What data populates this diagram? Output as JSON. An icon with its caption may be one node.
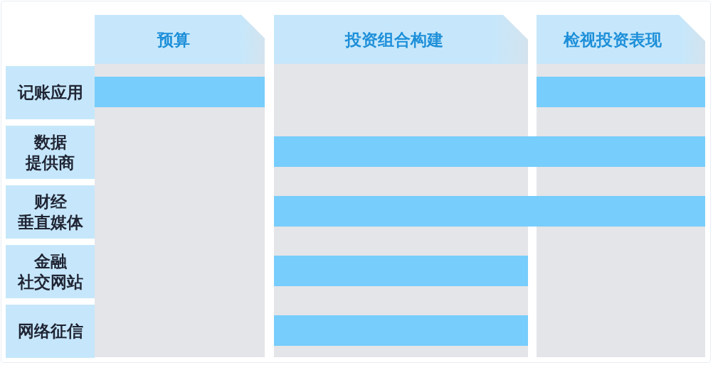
{
  "diagram": {
    "nodes": [
      {
        "text": [
          "预算"
        ]
      },
      {
        "text": [
          "投资组合构建"
        ]
      },
      {
        "text": [
          "检视投资表现"
        ]
      },
      {
        "text": [
          "记账应用"
        ]
      },
      {
        "text": [],
        "shape": "bar",
        "in": 0
      },
      {
        "text": [],
        "shape": "bar",
        "in": 2
      },
      {
        "text": [
          "数据提供商"
        ]
      },
      {
        "text": [],
        "shape": "bar"
      },
      {
        "text": [
          "财经垂直媒体"
        ]
      },
      {
        "text": [],
        "shape": "bar"
      },
      {
        "text": [
          "金融社交网站"
        ]
      },
      {
        "text": [],
        "shape": "bar",
        "in": 1
      },
      {
        "text": [
          "网络征信"
        ]
      },
      {
        "text": [],
        "shape": "bar",
        "in": 1
      }
    ]
  }
}
